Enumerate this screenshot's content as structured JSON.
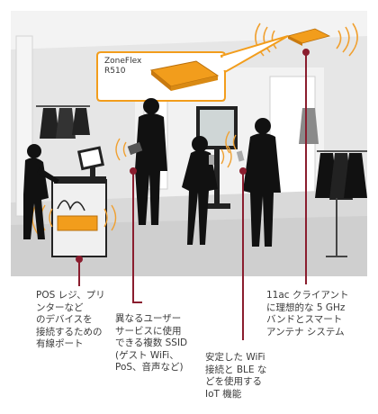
{
  "product_label": "ZoneFlex\nR510",
  "callouts": [
    {
      "id": "wired-ports",
      "text": "POS レジ、プリ\nンターなど\nのデバイスを\n接続するための\n有線ポート"
    },
    {
      "id": "ssid",
      "text": "異なるユーザー\nサービスに使用\nできる複数 SSID\n(ゲスト WiFi、\nPoS、音声など)"
    },
    {
      "id": "iot",
      "text": "安定した WiFi\n接続と BLE な\nどを使用する\nIoT 機能"
    },
    {
      "id": "dual-band",
      "text": "11ac クライアント\nに理想的な 5 GHz\nバンドとスマート\nアンテナ システム"
    }
  ],
  "colors": {
    "accent": "#8a1d2e",
    "ap_orange": "#f29d1c",
    "wave": "#f0a030",
    "floor": "#d9d9d9"
  },
  "icons": [
    "access-point-icon",
    "person-icon",
    "pos-kiosk-icon",
    "clothing-rack-icon",
    "wifi-wave-icon"
  ]
}
